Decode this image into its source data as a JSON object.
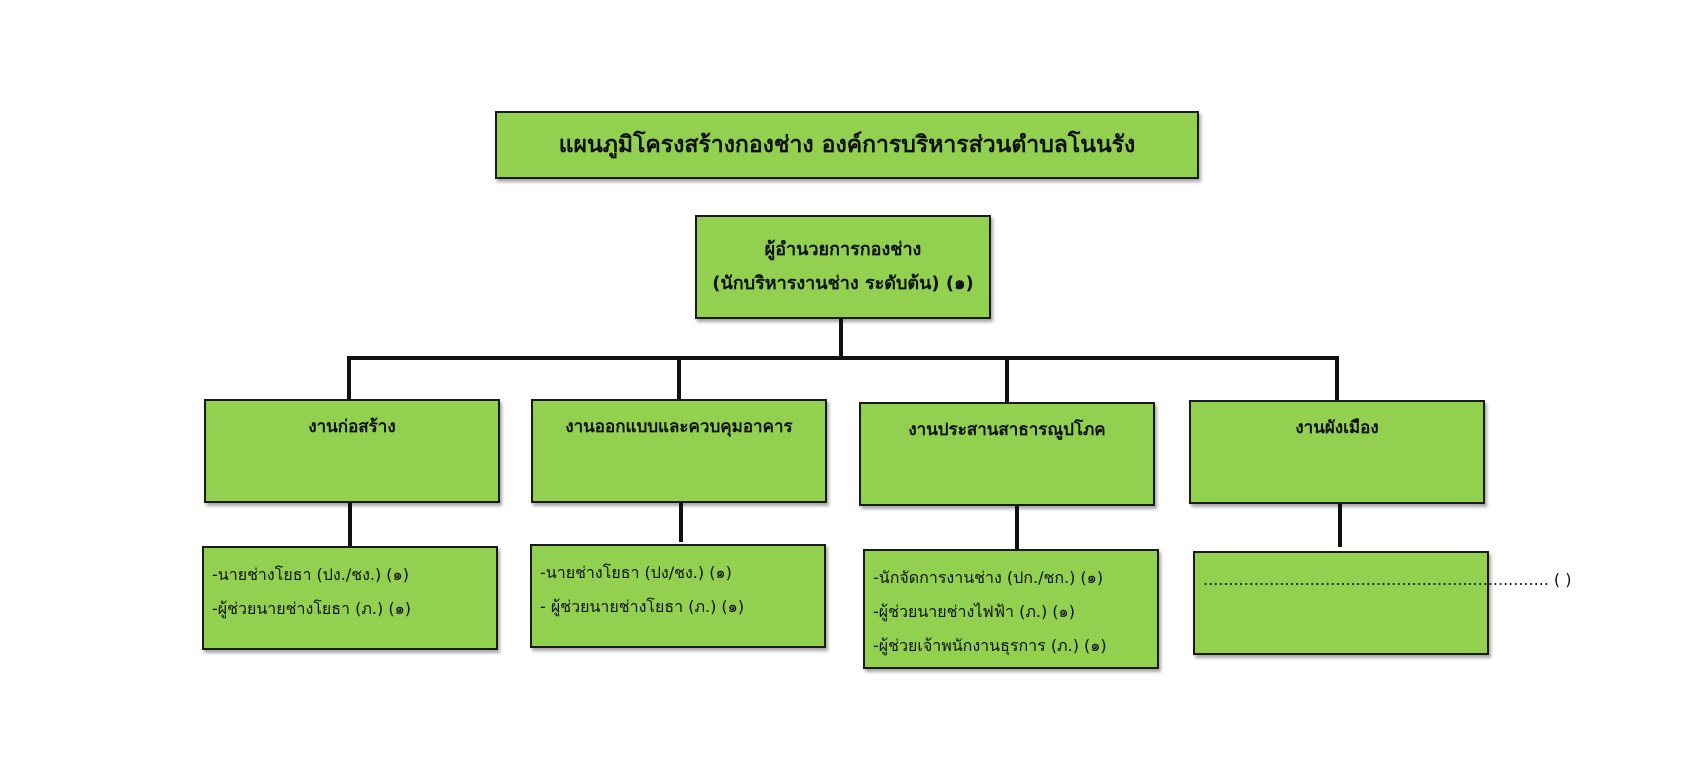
{
  "title": "แผนภูมิโครงสร้างกองช่าง องค์การบริหารส่วนตำบลโนนรัง",
  "head": {
    "line1": "ผู้อำนวยการกองช่าง",
    "line2": "(นักบริหารงานช่าง ระดับต้น) (๑)"
  },
  "units": [
    {
      "label": "งานก่อสร้าง",
      "staff": [
        "-นายช่างโยธา (ปง./ชง.) (๑)",
        "-ผู้ช่วยนายช่างโยธา (ภ.) (๑)"
      ]
    },
    {
      "label": "งานออกแบบและควบคุมอาคาร",
      "staff": [
        "-นายช่างโยธา (ปง/ชง.) (๑)",
        "- ผู้ช่วยนายช่างโยธา (ภ.) (๑)"
      ]
    },
    {
      "label": "งานประสานสาธารณูปโภค",
      "staff": [
        "-นักจัดการงานช่าง (ปก./ชก.) (๑)",
        "-ผู้ช่วยนายช่างไฟฟ้า (ภ.) (๑)",
        "-ผู้ช่วยเจ้าพนักงานธุรการ (ภ.) (๑)"
      ]
    },
    {
      "label": "งานผังเมือง",
      "staff": [
        ".................................................................... (   )"
      ]
    }
  ],
  "colors": {
    "box_fill": "#92d050",
    "box_border": "#1a1a1a",
    "connector": "#111111"
  }
}
